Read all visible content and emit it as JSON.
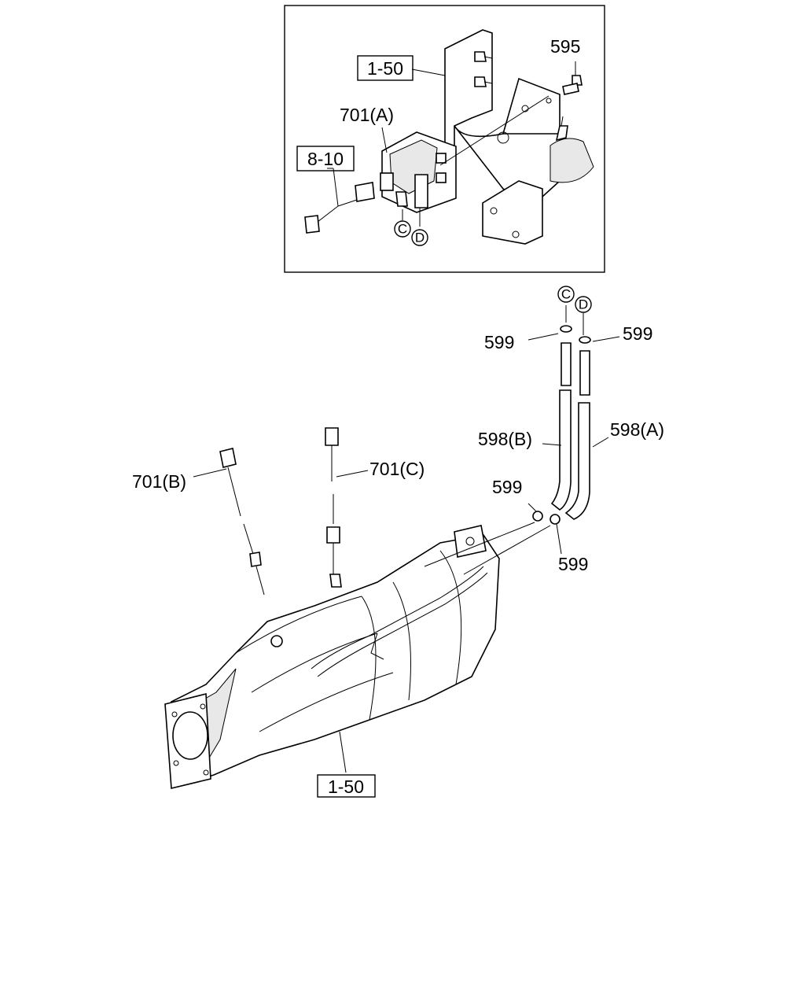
{
  "callouts": {
    "ref_1_50_top": "1-50",
    "part_595": "595",
    "part_701a": "701(A)",
    "ref_8_10": "8-10",
    "circle_c_top": "C",
    "circle_d_top": "D",
    "circle_c_hose": "C",
    "circle_d_hose": "D",
    "part_599_upper_left": "599",
    "part_599_upper_right": "599",
    "part_598b": "598(B)",
    "part_598a": "598(A)",
    "part_701c": "701(C)",
    "part_701b": "701(B)",
    "part_599_lower_left": "599",
    "part_599_lower_right": "599",
    "ref_1_50_bottom": "1-50"
  }
}
